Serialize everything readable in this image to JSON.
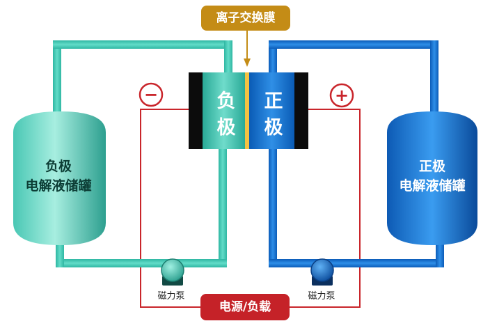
{
  "membrane_label": "离子交换膜",
  "load_label": "电源/负载",
  "negative_electrode": [
    "负",
    "极"
  ],
  "positive_electrode": [
    "正",
    "极"
  ],
  "negative_tank": [
    "负极",
    "电解液储罐"
  ],
  "positive_tank": [
    "正极",
    "电解液储罐"
  ],
  "pump_left_label": "磁力泵",
  "pump_right_label": "磁力泵",
  "minus_symbol": "−",
  "plus_symbol": "+",
  "colors": {
    "negative_pipe": "#3ec6b2",
    "positive_pipe": "#1572d3",
    "wire": "#c9252b",
    "membrane": "#f3c242",
    "label_box": "#c48c16"
  }
}
